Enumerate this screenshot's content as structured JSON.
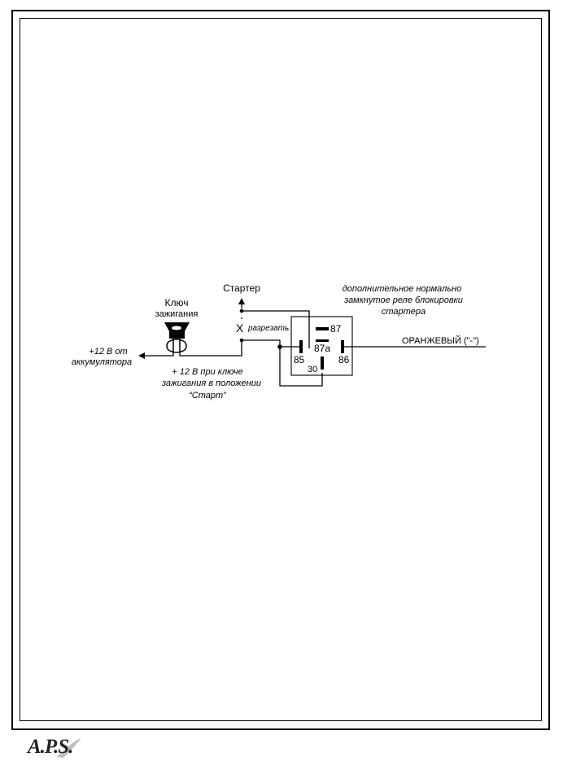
{
  "labels": {
    "key_line1": "Ключ",
    "key_line2": "зажигания",
    "starter": "Стартер",
    "cut": "разрезать",
    "battery_line1": "+12 В от",
    "battery_line2": "аккумулятора",
    "note_line1": "+ 12 В при ключе",
    "note_line2": "зажигания в положении",
    "note_line3": "“Старт”",
    "relay_line1": "дополнительное нормально",
    "relay_line2": "замкнутое реле блокировки",
    "relay_line3": "стартера",
    "wire": "ОРАНЖЕВЫЙ (\"-\")",
    "cut_mark": "X"
  },
  "pins": {
    "p87": "87",
    "p87a": "87a",
    "p85": "85",
    "p86": "86",
    "p30": "30"
  },
  "logo": {
    "text": "A.P.S."
  }
}
